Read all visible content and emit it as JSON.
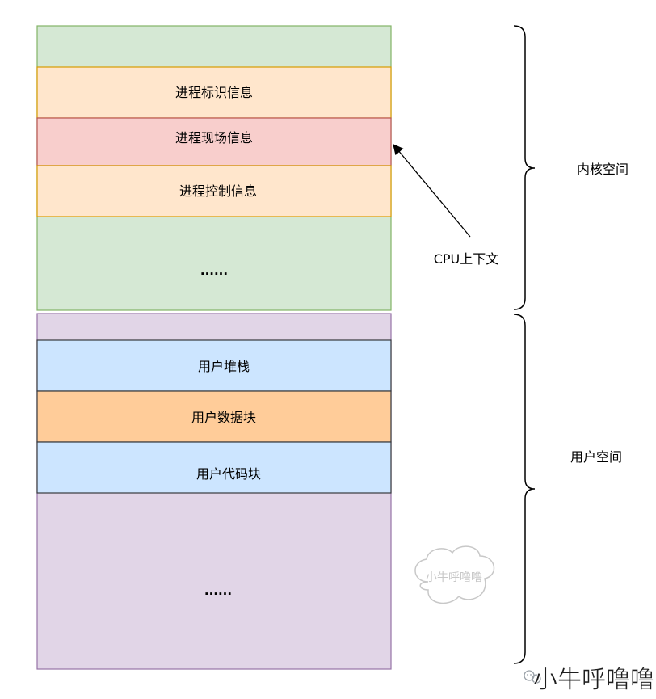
{
  "colors": {
    "kernel_fill": "#d5e8d4",
    "kernel_stroke": "#82b366",
    "id_fill": "#ffe6cc",
    "id_stroke": "#d79b00",
    "scene_fill": "#f8cecc",
    "scene_stroke": "#b85450",
    "user_fill": "#e1d5e7",
    "user_stroke": "#9673a6",
    "stack_fill": "#cce5ff",
    "stack_stroke": "#36393d",
    "data_fill": "#ffcc99",
    "data_stroke": "#36393d"
  },
  "kernel_stack": {
    "process_id": "进程标识信息",
    "process_scene": "进程现场信息",
    "process_control": "进程控制信息",
    "ellipsis": "......"
  },
  "user_stack": {
    "user_stack": "用户堆栈",
    "user_data": "用户数据块",
    "user_code": "用户代码块",
    "ellipsis": "......"
  },
  "arrow_label": "CPU上下文",
  "brace_labels": {
    "kernel_space": "内核空间",
    "user_space": "用户空间"
  },
  "watermarks": {
    "cloud": "小牛呼噜噜",
    "footer": "小牛呼噜噜",
    "icon": "wechat-icon"
  }
}
